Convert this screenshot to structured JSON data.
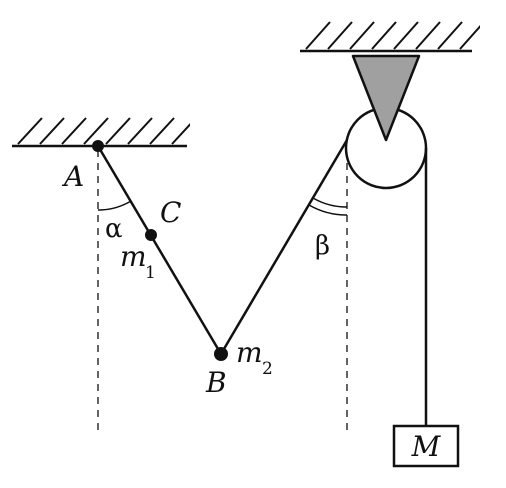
{
  "labels": {
    "point_a": "A",
    "point_b": "B",
    "point_c": "C",
    "mass_m1": "m",
    "mass_m1_sub": "1",
    "mass_m2": "m",
    "mass_m2_sub": "2",
    "mass_big": "M",
    "angle_alpha": "α",
    "angle_beta": "β"
  },
  "colors": {
    "ink": "#111111",
    "pulley_bracket": "#a0a0a0",
    "background": "#ffffff"
  }
}
